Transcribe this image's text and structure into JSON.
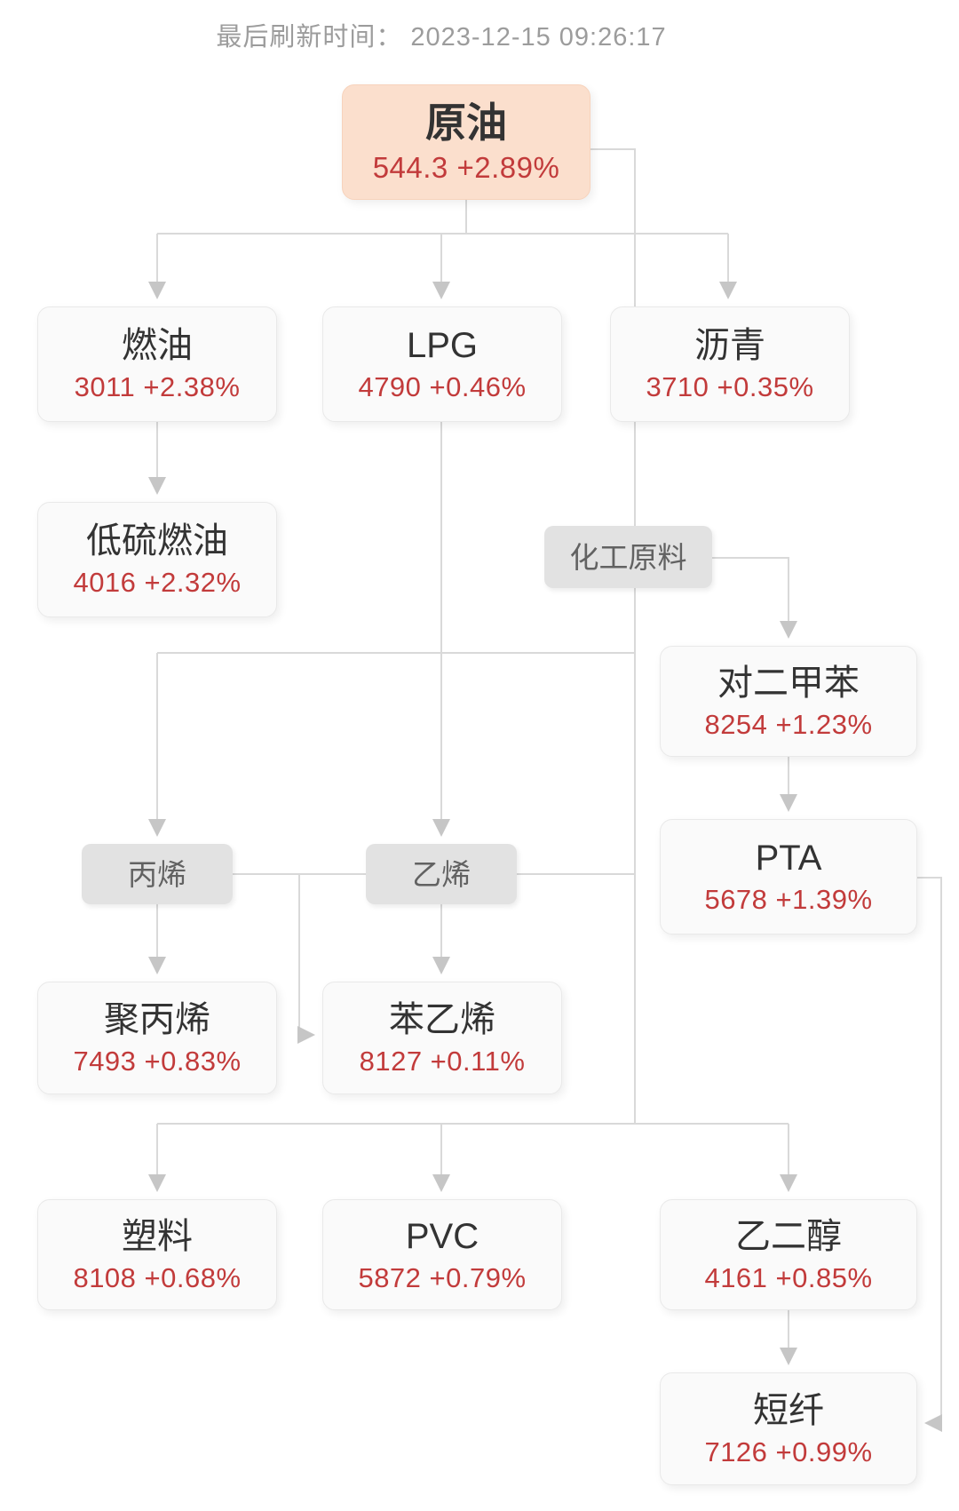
{
  "header": {
    "refresh_label": "最后刷新时间：",
    "timestamp": "2023-12-15 09:26:17"
  },
  "labels": {
    "chemical_feedstock": "化工原料",
    "propylene": "丙烯",
    "ethylene": "乙烯"
  },
  "nodes": {
    "crude_oil": {
      "title": "原油",
      "value": "544.3 +2.89%"
    },
    "fuel_oil": {
      "title": "燃油",
      "value": "3011 +2.38%"
    },
    "lpg": {
      "title": "LPG",
      "value": "4790 +0.46%"
    },
    "asphalt": {
      "title": "沥青",
      "value": "3710 +0.35%"
    },
    "low_sulfur_fuel_oil": {
      "title": "低硫燃油",
      "value": "4016 +2.32%"
    },
    "paraxylene": {
      "title": "对二甲苯",
      "value": "8254 +1.23%"
    },
    "pta": {
      "title": "PTA",
      "value": "5678 +1.39%"
    },
    "polypropylene": {
      "title": "聚丙烯",
      "value": "7493 +0.83%"
    },
    "styrene": {
      "title": "苯乙烯",
      "value": "8127 +0.11%"
    },
    "plastic": {
      "title": "塑料",
      "value": "8108 +0.68%"
    },
    "pvc": {
      "title": "PVC",
      "value": "5872 +0.79%"
    },
    "ethylene_glycol": {
      "title": "乙二醇",
      "value": "4161 +0.85%"
    },
    "short_fiber": {
      "title": "短纤",
      "value": "7126 +0.99%"
    }
  },
  "colors": {
    "price_up_red": "#c23b3b",
    "highlight_box_bg": "#fbdfcd",
    "tag_bg": "#e2e2e2",
    "connector": "#d9d9d9",
    "arrowhead": "#c6c6c6",
    "title_text": "#333333",
    "timestamp_text": "#9c9c9c"
  }
}
